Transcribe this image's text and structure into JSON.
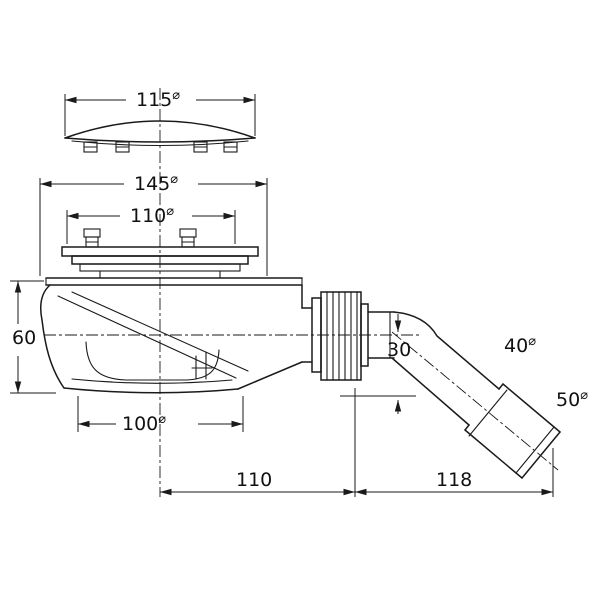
{
  "page": {
    "background_color": "#ffffff",
    "line_color": "#1a1a1a"
  },
  "drawing": {
    "kind": "shower-drain-trap-dimensional-drawing"
  },
  "dimensions": {
    "cover_diameter": {
      "value": "115",
      "symbol": "⌀"
    },
    "flange_diameter": {
      "value": "145",
      "symbol": "⌀"
    },
    "screw_plate_diameter": {
      "value": "110",
      "symbol": "⌀"
    },
    "body_height": {
      "value": "60",
      "symbol": ""
    },
    "base_diameter": {
      "value": "100",
      "symbol": "⌀"
    },
    "outlet_axis_offset": {
      "value": "30",
      "symbol": ""
    },
    "center_to_bend_length": {
      "value": "110",
      "symbol": ""
    },
    "bend_to_end_length": {
      "value": "118",
      "symbol": ""
    },
    "outlet_pipe_diameter": {
      "value": "40",
      "symbol": "⌀"
    },
    "connector_diameter": {
      "value": "50",
      "symbol": "⌀"
    }
  }
}
